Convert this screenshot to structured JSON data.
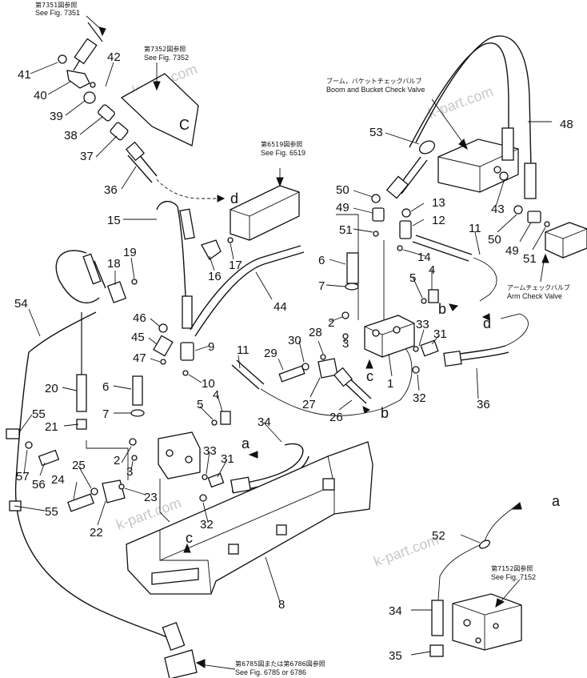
{
  "references": {
    "fig7351_jp": "第7351図参照",
    "fig7351_en": "See Fig. 7351",
    "fig7352_jp": "第7352図参照",
    "fig7352_en": "See Fig. 7352",
    "fig6519_jp": "第6519図参照",
    "fig6519_en": "See Fig. 6519",
    "boom_jp": "ブーム，バケットチェックバルブ",
    "boom_en": "Boom and Bucket Check Valve",
    "arm_jp": "アームチェックバルブ",
    "arm_en": "Arm Check Valve",
    "fig7152_jp": "第7152図参照",
    "fig7152_en": "See Fig. 7152",
    "fig6785_jp": "第6785図または第6786図参照",
    "fig6785_en": "See Fig. 6785 or 6786"
  },
  "connector_tags": {
    "a_left": "a",
    "a_right": "a",
    "b_upper": "b",
    "b_lower": "b",
    "c_upper": "c",
    "c_lower": "c",
    "c_bracket": "C",
    "d_upper": "d",
    "d_right": "d"
  },
  "part_numbers": [
    "41",
    "42",
    "40",
    "39",
    "38",
    "37",
    "36",
    "15",
    "19",
    "18",
    "16",
    "17",
    "44",
    "54",
    "46",
    "45",
    "47",
    "9",
    "10",
    "11",
    "20",
    "6",
    "7",
    "55",
    "21",
    "57",
    "56",
    "25",
    "24",
    "22",
    "23",
    "55",
    "2",
    "3",
    "5",
    "4",
    "33",
    "31",
    "32",
    "34",
    "8",
    "53",
    "50",
    "49",
    "51",
    "13",
    "12",
    "14",
    "6",
    "7",
    "5",
    "4",
    "28",
    "2",
    "3",
    "30",
    "29",
    "27",
    "26",
    "1",
    "33",
    "31",
    "32",
    "36",
    "11",
    "48",
    "43",
    "50",
    "49",
    "51",
    "52",
    "34",
    "35"
  ],
  "watermark": "k-part.com"
}
